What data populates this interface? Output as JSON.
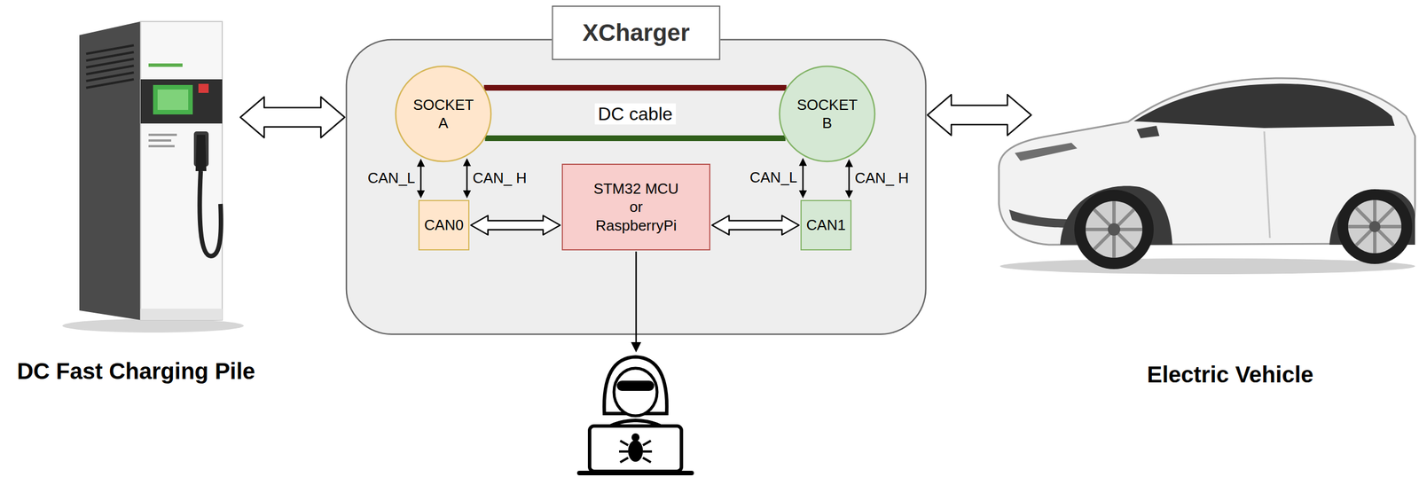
{
  "diagram": {
    "nodes": [
      {
        "text": [
          "DC Fast Charging Pile"
        ]
      },
      {
        "text": [
          "XCharger"
        ]
      },
      {
        "text": [
          "SOCKET A"
        ],
        "in": 1
      },
      {
        "text": [
          "SOCKET B"
        ],
        "in": 1
      },
      {
        "text": [
          "CAN0"
        ],
        "in": 1
      },
      {
        "text": [
          "STM32 MCU or RaspberryPi"
        ],
        "in": 1
      },
      {
        "text": [
          "CAN1"
        ],
        "in": 1
      },
      {
        "text": [
          "Electric Vehicle"
        ]
      }
    ],
    "edges": [
      {
        "from": 0,
        "to": 1,
        "arrow": "both"
      },
      {
        "from": 2,
        "to": 3,
        "arrow": "none",
        "label": "DC cable"
      },
      {
        "from": 2,
        "to": 3,
        "arrow": "none"
      },
      {
        "from": 2,
        "to": 4,
        "arrow": "both",
        "label": "CAN_L"
      },
      {
        "from": 2,
        "to": 4,
        "arrow": "both",
        "label": "CAN_ H"
      },
      {
        "from": 4,
        "to": 5,
        "arrow": "both"
      },
      {
        "from": 5,
        "to": 6,
        "arrow": "both"
      },
      {
        "from": 3,
        "to": 6,
        "arrow": "both",
        "label": "CAN_L"
      },
      {
        "from": 3,
        "to": 6,
        "arrow": "both",
        "label": "CAN_ H"
      },
      {
        "from": 1,
        "to": 7,
        "arrow": "both"
      }
    ]
  }
}
